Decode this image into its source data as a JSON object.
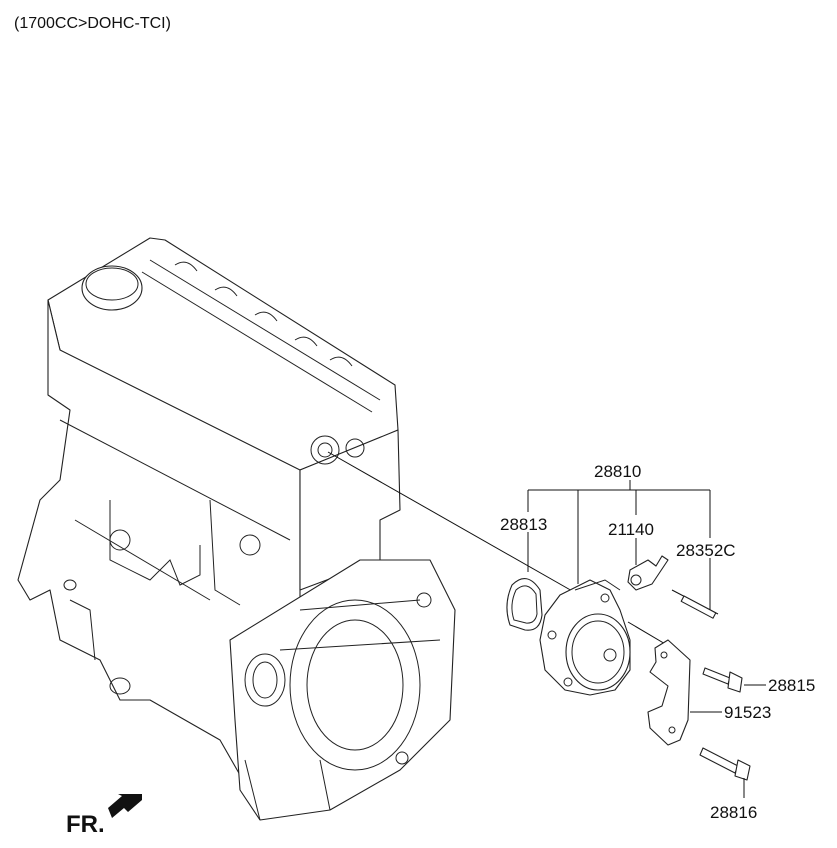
{
  "header": {
    "engine_spec": "(1700CC>DOHC-TCI)"
  },
  "front_indicator": {
    "label": "FR."
  },
  "callouts": [
    {
      "id": "vacuum-pump-assy",
      "part_no": "28810"
    },
    {
      "id": "gasket",
      "part_no": "28813"
    },
    {
      "id": "fitting",
      "part_no": "21140"
    },
    {
      "id": "pin",
      "part_no": "28352C"
    },
    {
      "id": "bolt-upper",
      "part_no": "28815"
    },
    {
      "id": "bracket",
      "part_no": "91523"
    },
    {
      "id": "bolt-lower",
      "part_no": "28816"
    }
  ]
}
